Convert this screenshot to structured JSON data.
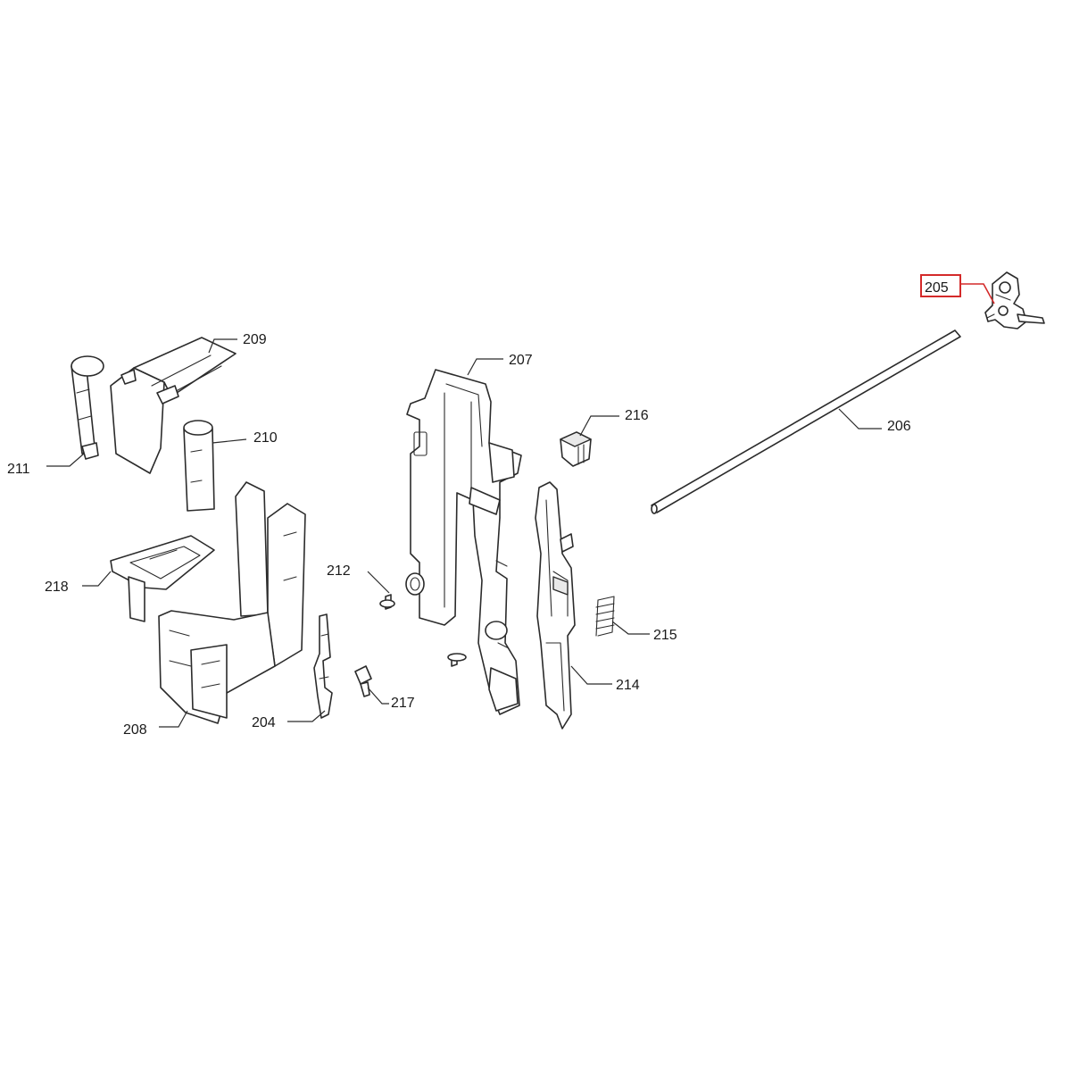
{
  "diagram": {
    "highlight_color": "#d42a2a",
    "labels": {
      "p204": "204",
      "p205": "205",
      "p206": "206",
      "p207": "207",
      "p208": "208",
      "p209": "209",
      "p210": "210",
      "p211": "211",
      "p212": "212",
      "p214": "214",
      "p215": "215",
      "p216": "216",
      "p217": "217",
      "p218": "218"
    },
    "highlighted_part": "205"
  }
}
